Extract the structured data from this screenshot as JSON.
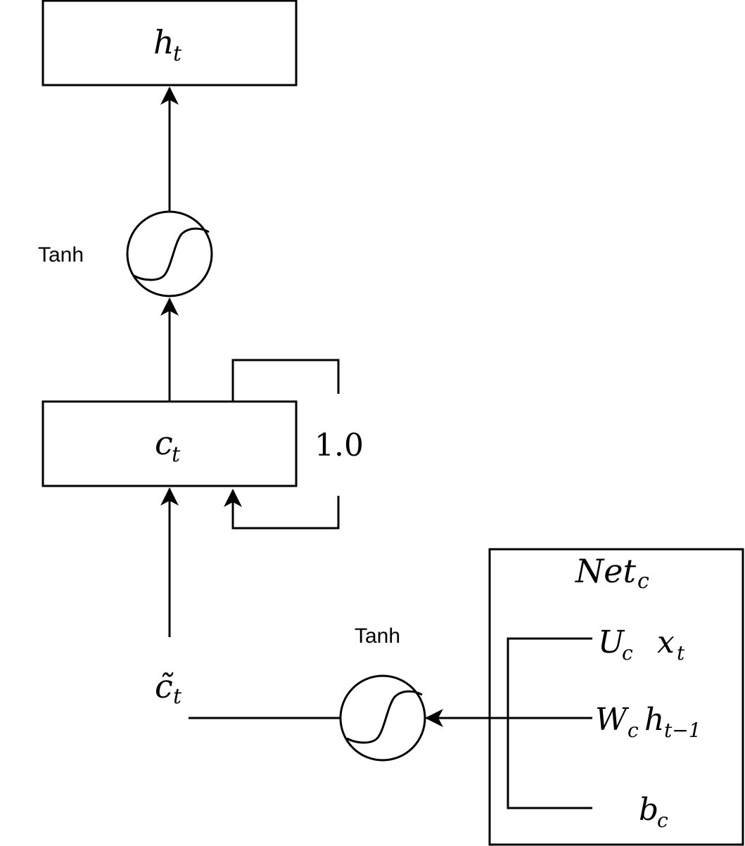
{
  "nodes": {
    "h_box": {
      "label": "h",
      "sub": "t"
    },
    "c_box": {
      "label": "c",
      "sub": "t"
    },
    "c_tilde": {
      "label": "c̃",
      "sub": "t"
    },
    "net_box": {
      "title": "Net",
      "title_sub": "c"
    }
  },
  "tanh_labels": {
    "top": "Tanh",
    "bottom": "Tanh"
  },
  "self_loop_weight": "1.0",
  "net_inputs": [
    {
      "main": "U",
      "sub1": "c",
      "main2": "x",
      "sub2": "t"
    },
    {
      "main": "W",
      "sub1": "c",
      "main2": "h",
      "sub2": "t−1"
    },
    {
      "main": "b",
      "sub1": "c"
    }
  ],
  "icons": [
    "sigmoid-curve-icon",
    "arrowhead-icon"
  ]
}
